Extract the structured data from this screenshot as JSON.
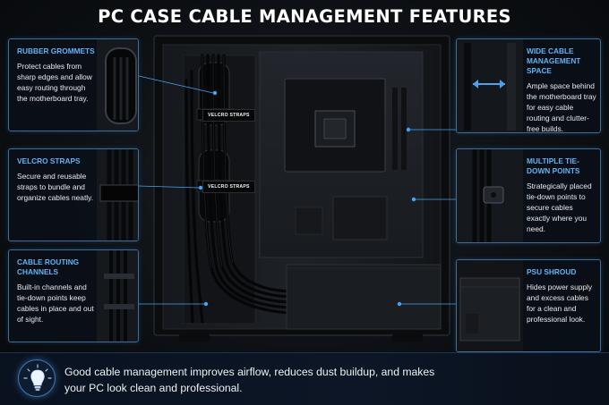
{
  "title": "PC CASE CABLE MANAGEMENT FEATURES",
  "strap_labels": [
    "VELCRO STRAPS",
    "VELCRO STRAPS"
  ],
  "panels": {
    "rubber_grommets": {
      "title": "RUBBER GROMMETS",
      "desc": "Protect cables from sharp edges and allow easy routing through the motherboard tray."
    },
    "velcro_straps": {
      "title": "VELCRO STRAPS",
      "desc": "Secure and reusable straps to bundle and organize cables neatly."
    },
    "cable_routing": {
      "title": "CABLE ROUTING CHANNELS",
      "desc": "Built-in channels and tie-down points keep cables in place and out of sight."
    },
    "wide_cable": {
      "title": "WIDE CABLE MANAGEMENT SPACE",
      "desc": "Ample space behind the motherboard tray for easy cable routing and clutter-free builds."
    },
    "tie_down": {
      "title": "MULTIPLE TIE-DOWN POINTS",
      "desc": "Strategically placed tie-down points to secure cables exactly where you need."
    },
    "psu_shroud": {
      "title": "PSU SHROUD",
      "desc": "Hides power supply and excess cables for a clean and professional look."
    }
  },
  "footer": {
    "text": "Good cable management improves airflow, reduces dust buildup, and makes your PC look clean and professional.",
    "icon": "lightbulb-icon"
  },
  "colors": {
    "accent": "#4aa3f0",
    "title_accent": "#5fb3f5",
    "background": "#0d1014"
  }
}
